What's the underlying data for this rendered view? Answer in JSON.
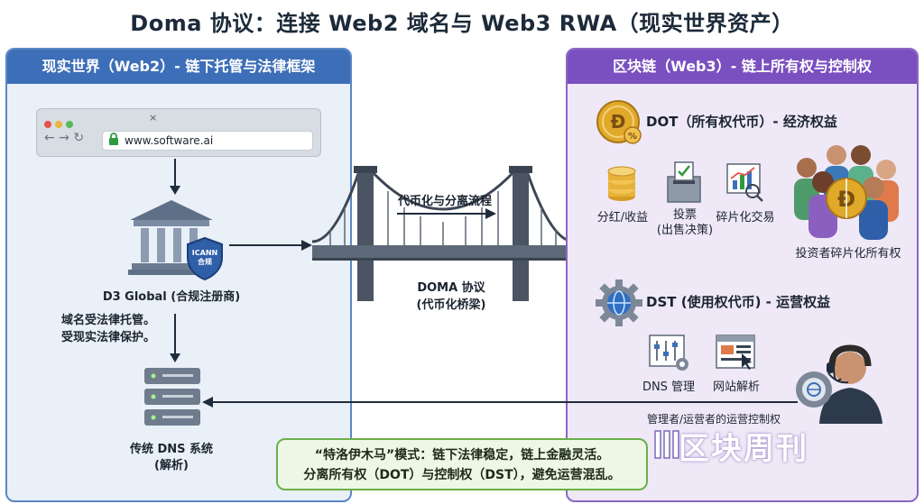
{
  "title": "Doma 协议：连接 Web2 域名与 Web3 RWA（现实世界资产）",
  "left_panel": {
    "header": "现实世界（Web2）- 链下托管与法律框架",
    "browser_url": "www.software.ai",
    "icann_badge": [
      "ICANN",
      "合规"
    ],
    "registrar_label": "D3 Global (合规注册商)",
    "legal_note_lines": [
      "域名受法律托管。",
      "受现实法律保护。"
    ],
    "dns_label_lines": [
      "传统 DNS 系统",
      "(解析)"
    ]
  },
  "bridge": {
    "flow_label": "代币化与分离流程",
    "protocol_lines": [
      "DOMA 协议",
      "(代币化桥梁)"
    ]
  },
  "right_panel": {
    "header": "区块链（Web3）- 链上所有权与控制权",
    "dot_title": "DOT（所有权代币）- 经济权益",
    "dot_items": [
      {
        "icon": "coins-icon",
        "lines": [
          "分红/收益"
        ]
      },
      {
        "icon": "ballot-box-icon",
        "lines": [
          "投票",
          "(出售决策)"
        ]
      },
      {
        "icon": "chart-trading-icon",
        "lines": [
          "碎片化交易"
        ]
      }
    ],
    "investors_label": "投资者碎片化所有权",
    "dst_title": "DST (使用权代币) - 运营权益",
    "dst_items": [
      {
        "icon": "dns-settings-icon",
        "lines": [
          "DNS 管理"
        ]
      },
      {
        "icon": "website-icon",
        "lines": [
          "网站解析"
        ]
      }
    ],
    "operator_label": "管理者/运营者的运营控制权"
  },
  "note_lines": [
    "“特洛伊木马”模式：链下法律稳定，链上金融灵活。",
    "分离所有权（DOT）与控制权（DST），避免运营混乱。"
  ],
  "watermark": "区块周刊",
  "colors": {
    "left_accent": "#3d6fb8",
    "right_accent": "#7a4fbf",
    "note_border": "#6bb04a",
    "gold": "#e0a92a"
  }
}
